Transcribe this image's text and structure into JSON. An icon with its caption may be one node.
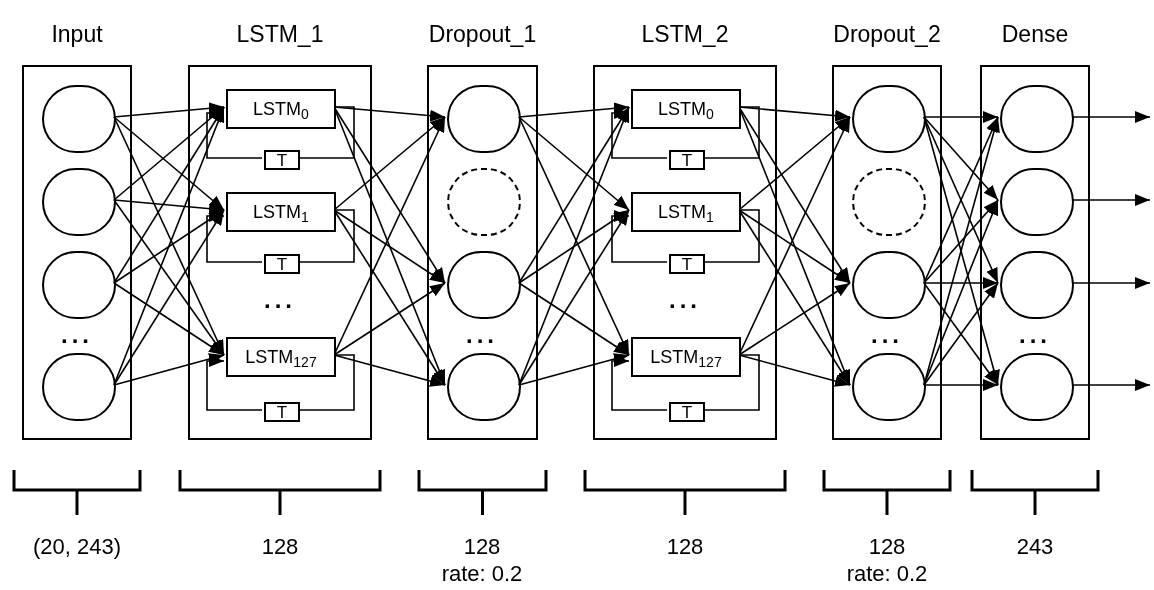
{
  "diagram": {
    "nodes": [
      {
        "text": [
          "Input"
        ]
      },
      {
        "text": [],
        "shape": "circle",
        "in": 0
      },
      {
        "text": [],
        "shape": "circle",
        "in": 0
      },
      {
        "text": [],
        "shape": "circle",
        "in": 0
      },
      {
        "text": [],
        "shape": "circle",
        "in": 0
      },
      {
        "text": [
          "LSTM_1"
        ]
      },
      {
        "text": [
          "LSTM$_{0}$"
        ],
        "in": 5
      },
      {
        "text": [
          "T"
        ],
        "in": 5
      },
      {
        "text": [
          "LSTM$_{1}$"
        ],
        "in": 5
      },
      {
        "text": [
          "T"
        ],
        "in": 5
      },
      {
        "text": [
          "LSTM$_{127}$"
        ],
        "in": 5
      },
      {
        "text": [
          "T"
        ],
        "in": 5
      },
      {
        "text": [
          "Dropout_1"
        ]
      },
      {
        "text": [],
        "shape": "circle",
        "in": 12
      },
      {
        "text": [],
        "shape": "circle",
        "in": 12
      },
      {
        "text": [],
        "shape": "circle",
        "in": 12
      },
      {
        "text": [],
        "shape": "circle",
        "in": 12
      },
      {
        "text": [
          "LSTM_2"
        ]
      },
      {
        "text": [
          "LSTM$_{0}$"
        ],
        "in": 17
      },
      {
        "text": [
          "T"
        ],
        "in": 17
      },
      {
        "text": [
          "LSTM$_{1}$"
        ],
        "in": 17
      },
      {
        "text": [
          "T"
        ],
        "in": 17
      },
      {
        "text": [
          "LSTM$_{127}$"
        ],
        "in": 17
      },
      {
        "text": [
          "T"
        ],
        "in": 17
      },
      {
        "text": [
          "Dropout_2"
        ]
      },
      {
        "text": [],
        "shape": "circle",
        "in": 24
      },
      {
        "text": [],
        "shape": "circle",
        "in": 24
      },
      {
        "text": [],
        "shape": "circle",
        "in": 24
      },
      {
        "text": [],
        "shape": "circle",
        "in": 24
      },
      {
        "text": [
          "Dense"
        ]
      },
      {
        "text": [],
        "shape": "circle",
        "in": 29
      },
      {
        "text": [],
        "shape": "circle",
        "in": 29
      },
      {
        "text": [],
        "shape": "circle",
        "in": 29
      },
      {
        "text": [],
        "shape": "circle",
        "in": 29
      }
    ],
    "edges": [
      {
        "from": 1,
        "to": 6,
        "arrow": "to"
      },
      {
        "from": 1,
        "to": 8,
        "arrow": "to"
      },
      {
        "from": 1,
        "to": 10,
        "arrow": "to"
      },
      {
        "from": 2,
        "to": 6,
        "arrow": "to"
      },
      {
        "from": 2,
        "to": 8,
        "arrow": "to"
      },
      {
        "from": 2,
        "to": 10,
        "arrow": "to"
      },
      {
        "from": 3,
        "to": 6,
        "arrow": "to"
      },
      {
        "from": 3,
        "to": 8,
        "arrow": "to"
      },
      {
        "from": 3,
        "to": 10,
        "arrow": "to"
      },
      {
        "from": 4,
        "to": 6,
        "arrow": "to"
      },
      {
        "from": 4,
        "to": 8,
        "arrow": "to"
      },
      {
        "from": 4,
        "to": 10,
        "arrow": "to"
      },
      {
        "from": 6,
        "to": 7,
        "arrow": "none"
      },
      {
        "from": 7,
        "to": 6,
        "arrow": "to"
      },
      {
        "from": 8,
        "to": 9,
        "arrow": "none"
      },
      {
        "from": 9,
        "to": 8,
        "arrow": "to"
      },
      {
        "from": 10,
        "to": 11,
        "arrow": "none"
      },
      {
        "from": 11,
        "to": 10,
        "arrow": "to"
      },
      {
        "from": 6,
        "to": 13,
        "arrow": "to"
      },
      {
        "from": 6,
        "to": 15,
        "arrow": "to"
      },
      {
        "from": 6,
        "to": 16,
        "arrow": "to"
      },
      {
        "from": 8,
        "to": 13,
        "arrow": "to"
      },
      {
        "from": 8,
        "to": 15,
        "arrow": "to"
      },
      {
        "from": 8,
        "to": 16,
        "arrow": "to"
      },
      {
        "from": 10,
        "to": 13,
        "arrow": "to"
      },
      {
        "from": 10,
        "to": 15,
        "arrow": "to"
      },
      {
        "from": 10,
        "to": 16,
        "arrow": "to"
      },
      {
        "from": 13,
        "to": 18,
        "arrow": "to"
      },
      {
        "from": 13,
        "to": 20,
        "arrow": "to"
      },
      {
        "from": 13,
        "to": 22,
        "arrow": "to"
      },
      {
        "from": 15,
        "to": 18,
        "arrow": "to"
      },
      {
        "from": 15,
        "to": 20,
        "arrow": "to"
      },
      {
        "from": 15,
        "to": 22,
        "arrow": "to"
      },
      {
        "from": 16,
        "to": 18,
        "arrow": "to"
      },
      {
        "from": 16,
        "to": 20,
        "arrow": "to"
      },
      {
        "from": 16,
        "to": 22,
        "arrow": "to"
      },
      {
        "from": 18,
        "to": 19,
        "arrow": "none"
      },
      {
        "from": 19,
        "to": 18,
        "arrow": "to"
      },
      {
        "from": 20,
        "to": 21,
        "arrow": "none"
      },
      {
        "from": 21,
        "to": 20,
        "arrow": "to"
      },
      {
        "from": 22,
        "to": 23,
        "arrow": "none"
      },
      {
        "from": 23,
        "to": 22,
        "arrow": "to"
      },
      {
        "from": 18,
        "to": 25,
        "arrow": "to"
      },
      {
        "from": 18,
        "to": 27,
        "arrow": "to"
      },
      {
        "from": 18,
        "to": 28,
        "arrow": "to"
      },
      {
        "from": 20,
        "to": 25,
        "arrow": "to"
      },
      {
        "from": 20,
        "to": 27,
        "arrow": "to"
      },
      {
        "from": 20,
        "to": 28,
        "arrow": "to"
      },
      {
        "from": 22,
        "to": 25,
        "arrow": "to"
      },
      {
        "from": 22,
        "to": 27,
        "arrow": "to"
      },
      {
        "from": 22,
        "to": 28,
        "arrow": "to"
      },
      {
        "from": 25,
        "to": 30,
        "arrow": "to"
      },
      {
        "from": 25,
        "to": 31,
        "arrow": "to"
      },
      {
        "from": 25,
        "to": 32,
        "arrow": "to"
      },
      {
        "from": 25,
        "to": 33,
        "arrow": "to"
      },
      {
        "from": 27,
        "to": 30,
        "arrow": "to"
      },
      {
        "from": 27,
        "to": 31,
        "arrow": "to"
      },
      {
        "from": 27,
        "to": 32,
        "arrow": "to"
      },
      {
        "from": 27,
        "to": 33,
        "arrow": "to"
      },
      {
        "from": 28,
        "to": 30,
        "arrow": "to"
      },
      {
        "from": 28,
        "to": 31,
        "arrow": "to"
      },
      {
        "from": 28,
        "to": 32,
        "arrow": "to"
      },
      {
        "from": 28,
        "to": 33,
        "arrow": "to"
      },
      {
        "from": 30,
        "to": null,
        "arrow": "to"
      },
      {
        "from": 31,
        "to": null,
        "arrow": "to"
      },
      {
        "from": 32,
        "to": null,
        "arrow": "to"
      },
      {
        "from": 33,
        "to": null,
        "arrow": "to"
      }
    ],
    "labels": [
      "...",
      "...",
      "...",
      "...",
      "...",
      "...",
      "(20, 243)",
      "128",
      "128",
      "128",
      "128",
      "243",
      "rate: 0.2",
      "rate: 0.2"
    ]
  }
}
